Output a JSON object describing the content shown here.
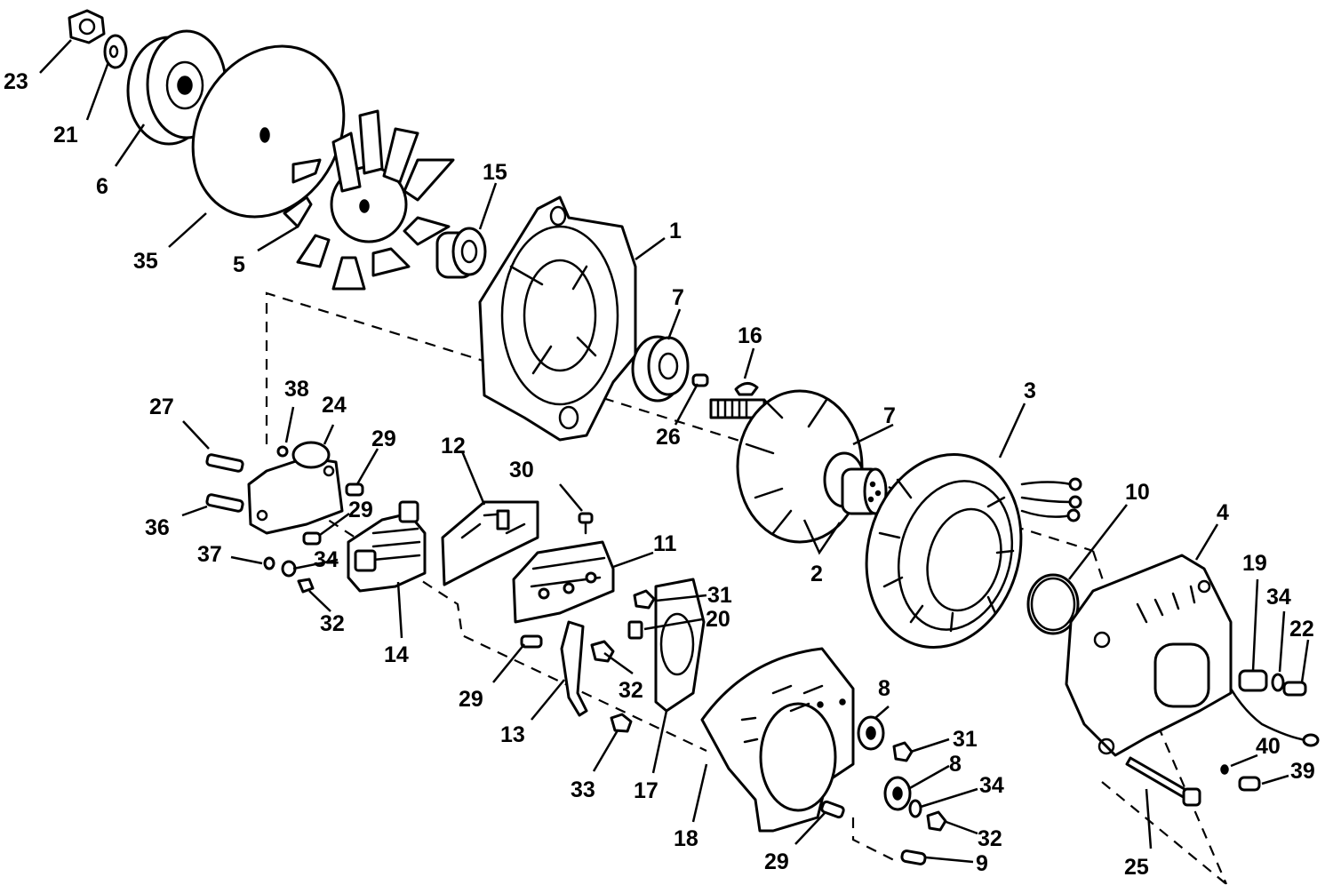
{
  "callouts": {
    "c1": "1",
    "c2": "2",
    "c3": "3",
    "c4": "4",
    "c5": "5",
    "c6": "6",
    "c7a": "7",
    "c7b": "7",
    "c8a": "8",
    "c8b": "8",
    "c9": "9",
    "c10": "10",
    "c11": "11",
    "c12": "12",
    "c13": "13",
    "c14": "14",
    "c15": "15",
    "c16": "16",
    "c17": "17",
    "c18": "18",
    "c19": "19",
    "c20": "20",
    "c21": "21",
    "c22": "22",
    "c23": "23",
    "c24": "24",
    "c25": "25",
    "c26": "26",
    "c27": "27",
    "c29a": "29",
    "c29b": "29",
    "c29c": "29",
    "c29d": "29",
    "c30": "30",
    "c31a": "31",
    "c31b": "31",
    "c32a": "32",
    "c32b": "32",
    "c32c": "32",
    "c33": "33",
    "c34a": "34",
    "c34b": "34",
    "c34c": "34",
    "c35": "35",
    "c36": "36",
    "c37": "37",
    "c38": "38",
    "c39": "39",
    "c40": "40"
  }
}
